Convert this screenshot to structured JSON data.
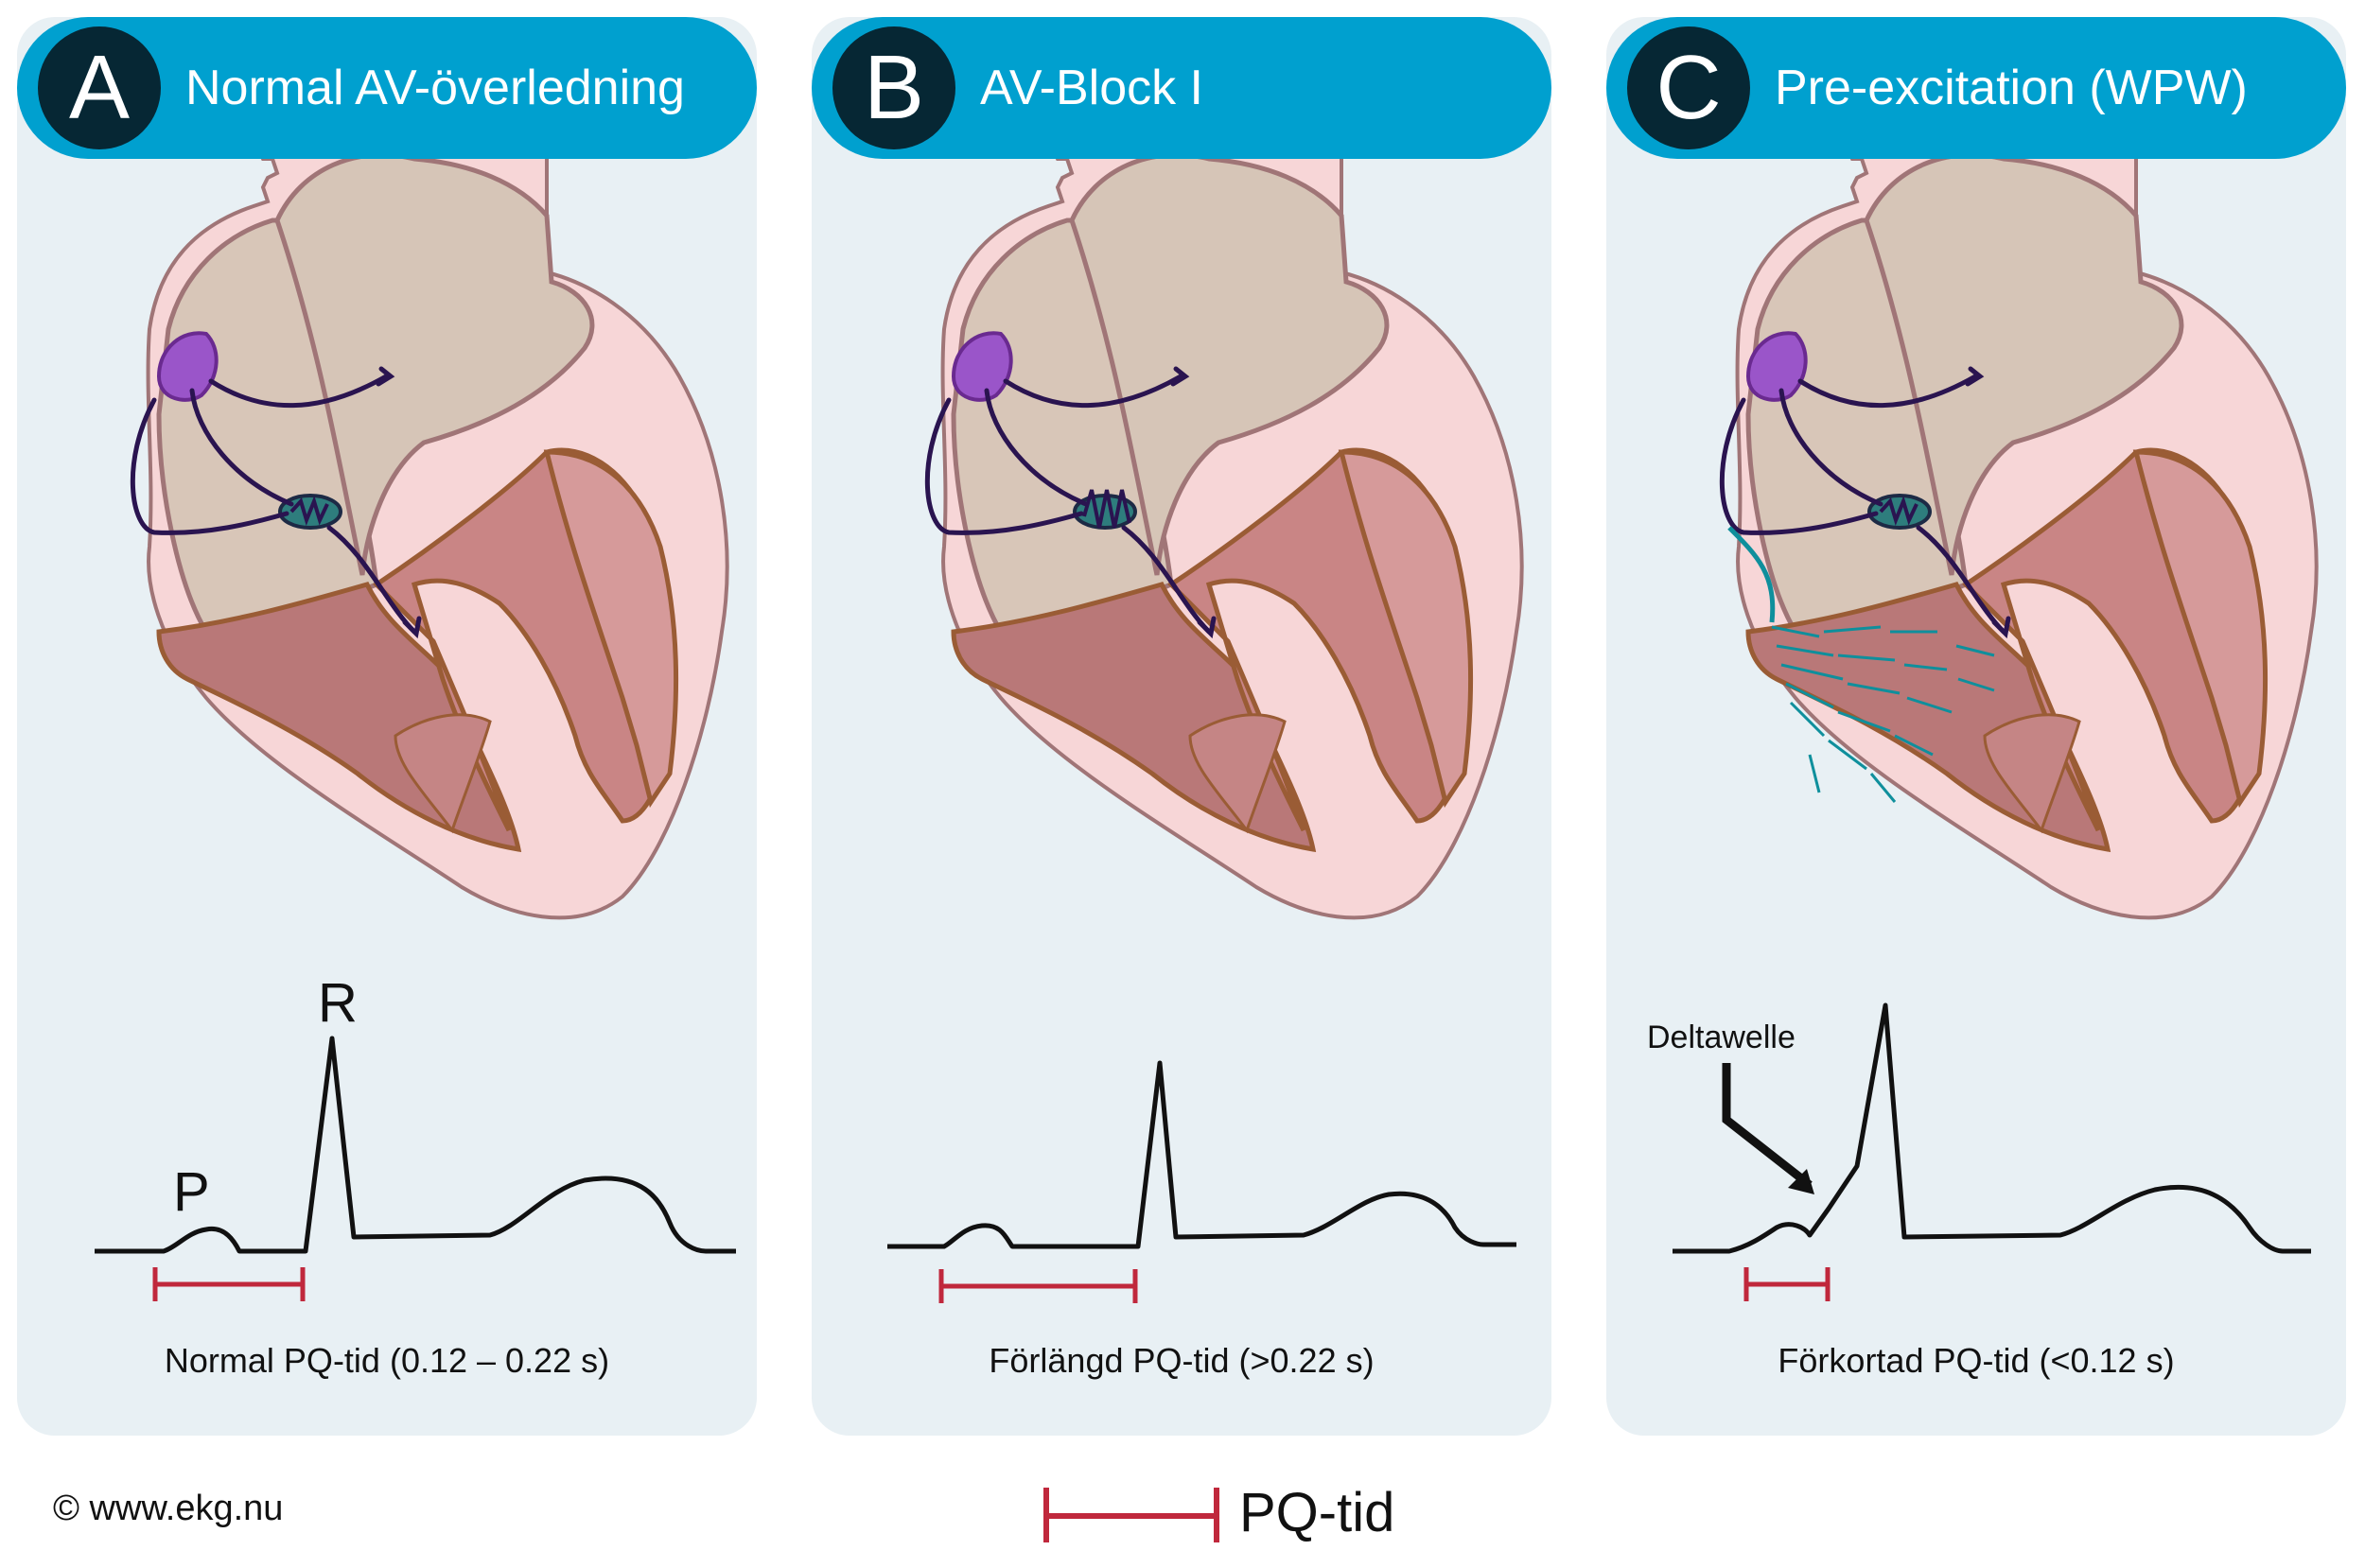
{
  "panels": [
    {
      "badge": "A",
      "title": "Normal AV-överledning",
      "caption": "Normal PQ-tid (0.12 – 0.22 s)",
      "ecg_labels": {
        "p": "P",
        "r": "R"
      }
    },
    {
      "badge": "B",
      "title": "AV-Block I",
      "caption": "Förlängd PQ-tid  (>0.22 s)"
    },
    {
      "badge": "C",
      "title": "Pre-excitation (WPW)",
      "caption": "Förkortad PQ-tid  (<0.12 s)",
      "annotation": "Deltawelle"
    }
  ],
  "footer": {
    "copyright": "© www.ekg.nu",
    "legend_label": "PQ-tid"
  },
  "colors": {
    "header": "#00a0cf",
    "badge": "#062734",
    "panel": "#e8f0f4",
    "pq_marker": "#c0283c",
    "conduction_path": "#2a1450",
    "accessory_path": "#0f8f9c",
    "sa_node": "#9a55c9"
  }
}
